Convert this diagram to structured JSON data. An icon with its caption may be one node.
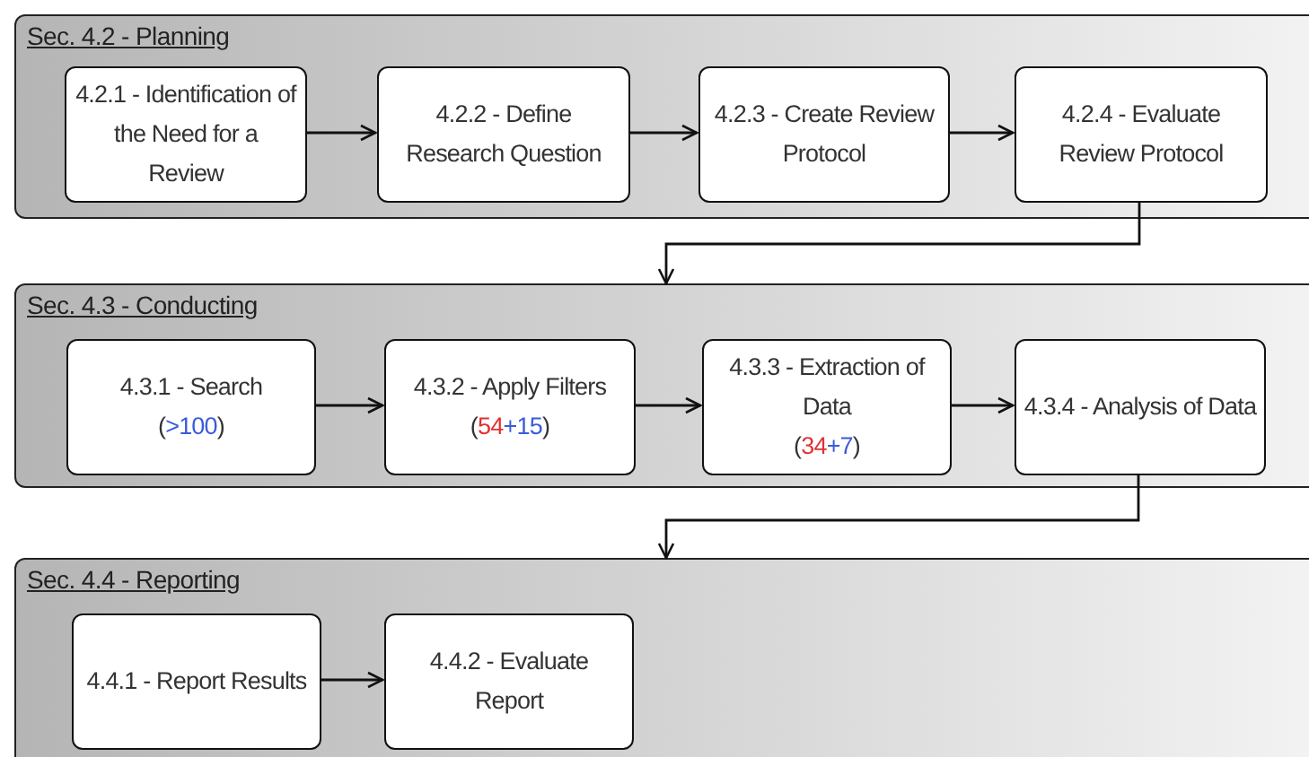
{
  "diagram": {
    "nodes": [
      {
        "text": [
          "Sec. 4.2 - Planning"
        ]
      },
      {
        "text": [
          "4.2.1 - Identification of the Need for a Review"
        ],
        "in": 0
      },
      {
        "text": [
          "4.2.2 - Define Research Question"
        ],
        "in": 0
      },
      {
        "text": [
          "4.2.3 - Create Review Protocol"
        ],
        "in": 0
      },
      {
        "text": [
          "4.2.4 - Evaluate Review Protocol"
        ],
        "in": 0
      },
      {
        "text": [
          "Sec. 4.3 - Conducting"
        ]
      },
      {
        "text": [
          "4.3.1 - Search",
          "(>100)"
        ],
        "in": 5
      },
      {
        "text": [
          "4.3.2 - Apply Filters",
          "(54+15)"
        ],
        "in": 5
      },
      {
        "text": [
          "4.3.3 - Extraction of Data",
          "(34+7)"
        ],
        "in": 5
      },
      {
        "text": [
          "4.3.4 - Analysis of Data"
        ],
        "in": 5
      },
      {
        "text": [
          "Sec. 4.4 - Reporting"
        ]
      },
      {
        "text": [
          "4.4.1 - Report Results"
        ],
        "in": 10
      },
      {
        "text": [
          "4.4.2 - Evaluate Report"
        ],
        "in": 10
      }
    ],
    "edges": [
      {
        "from": 1,
        "to": 2,
        "arrow": "to"
      },
      {
        "from": 2,
        "to": 3,
        "arrow": "to"
      },
      {
        "from": 3,
        "to": 4,
        "arrow": "to"
      },
      {
        "from": 4,
        "to": 5,
        "arrow": "to"
      },
      {
        "from": 6,
        "to": 7,
        "arrow": "to"
      },
      {
        "from": 7,
        "to": 8,
        "arrow": "to"
      },
      {
        "from": 8,
        "to": 9,
        "arrow": "to"
      },
      {
        "from": 9,
        "to": 10,
        "arrow": "to"
      },
      {
        "from": 11,
        "to": 12,
        "arrow": "to"
      }
    ]
  }
}
